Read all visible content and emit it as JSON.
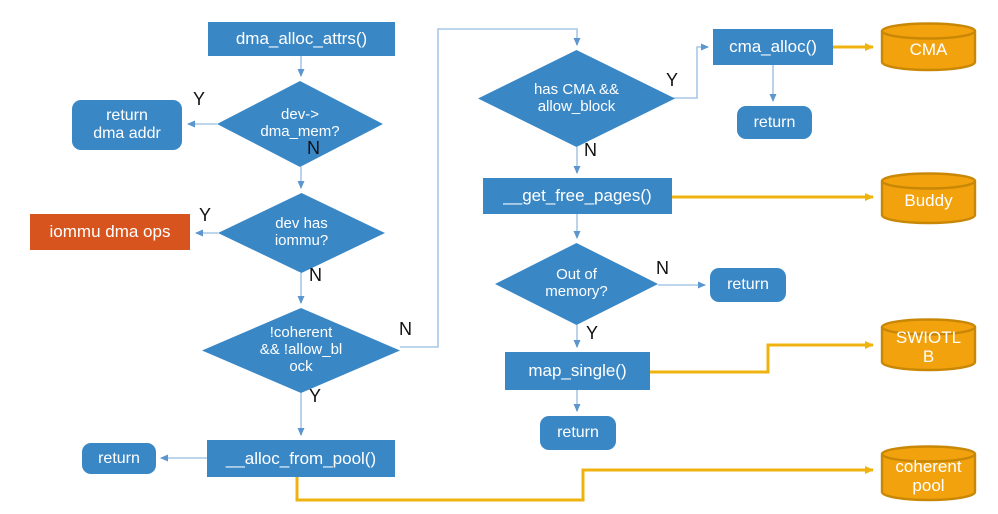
{
  "colors": {
    "node-blue": "#3A87C6",
    "node-red": "#D8541E",
    "store-gold": "#F2A20D",
    "store-border": "#C98706",
    "line-blue": "#A9C7E8",
    "arrow-blue": "#5B96CE",
    "line-gold": "#EFB310",
    "text-white": "#FFFFFF",
    "label-black": "#111111"
  },
  "nodes": {
    "dma_alloc_attrs": "dma_alloc_attrs()",
    "dev_dma_mem": "dev->\ndma_mem?",
    "return_dma_addr": "return\ndma addr",
    "dev_has_iommu": "dev has\niommu?",
    "iommu_dma_ops": "iommu dma ops",
    "not_coherent_block": "!coherent\n&& !allow_bl\nock",
    "alloc_from_pool": "__alloc_from_pool()",
    "return_pool": "return",
    "has_cma_allow_block": "has CMA &&\nallow_block",
    "cma_alloc": "cma_alloc()",
    "return_cma": "return",
    "get_free_pages": "__get_free_pages()",
    "out_of_memory": "Out of\nmemory?",
    "return_oom": "return",
    "map_single": "map_single()",
    "return_map": "return",
    "store_cma": "CMA",
    "store_buddy": "Buddy",
    "store_swiotlb": "SWIOTL\nB",
    "store_coherent_pool": "coherent\npool"
  },
  "branches": {
    "d1_y": "Y",
    "d1_n": "N",
    "d2_y": "Y",
    "d2_n": "N",
    "d3_n": "N",
    "d3_y": "Y",
    "d4_y": "Y",
    "d4_n": "N",
    "d5_n": "N",
    "d5_y": "Y"
  }
}
